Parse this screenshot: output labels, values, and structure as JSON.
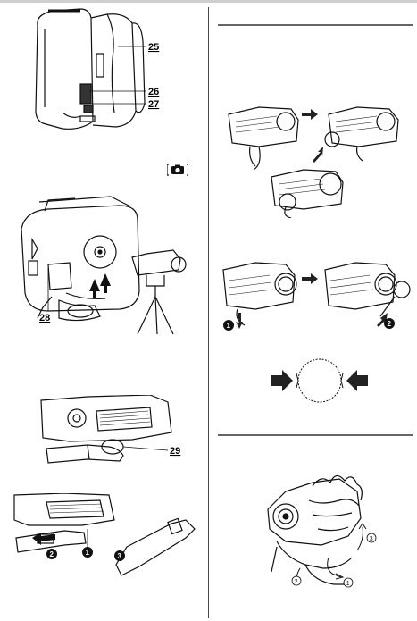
{
  "callouts": {
    "c25": "25",
    "c26": "26",
    "c27": "27",
    "c28": "28",
    "c29": "29"
  },
  "steps": {
    "s1": "1",
    "s2": "2",
    "s3": "3"
  },
  "rotate_labels": {
    "r1": "1",
    "r2": "2",
    "r3": "3"
  },
  "photo_button_icon": "camera-icon",
  "colors": {
    "ink": "#111111",
    "rule": "#666666",
    "arrow": "#222222"
  }
}
